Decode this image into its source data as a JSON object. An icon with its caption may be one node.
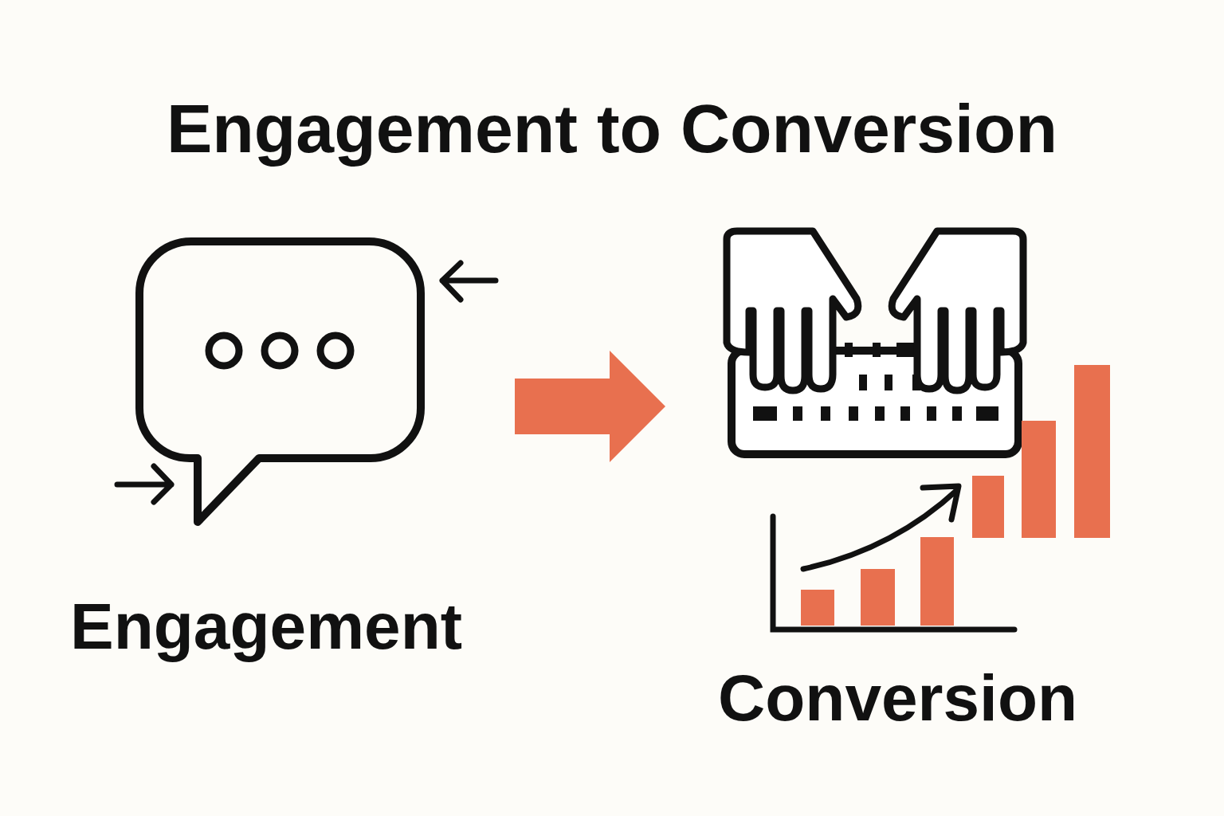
{
  "diagram": {
    "title": "Engagement to Conversion",
    "nodes": [
      {
        "text": [],
        "shape": "picture",
        "beside": [
          "Engagement"
        ]
      },
      {
        "text": [],
        "shape": "picture",
        "beside": [
          "Conversion"
        ]
      }
    ],
    "edges": [
      {
        "from": 0,
        "to": 1,
        "arrow": "to",
        "style": "thick",
        "color": "#e8704f"
      }
    ]
  }
}
